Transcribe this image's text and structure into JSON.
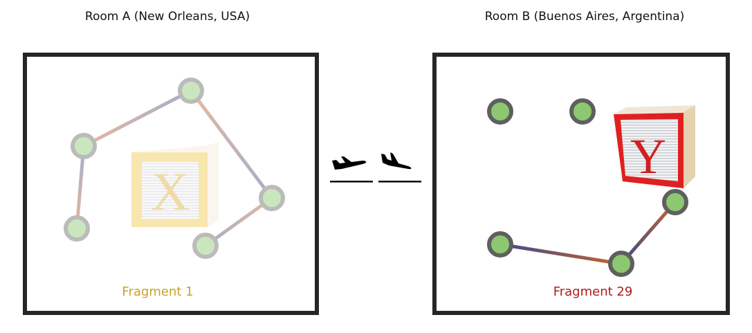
{
  "room_a": {
    "title": "Room A (New Orleans, USA)",
    "fragment_label": "Fragment 1",
    "fragment_color": "#c9a227",
    "block_letter": "X",
    "block_color": "#f0c850"
  },
  "room_b": {
    "title": "Room B (Buenos Aires, Argentina)",
    "fragment_label": "Fragment 29",
    "fragment_color": "#b01a1a",
    "block_letter": "Y",
    "block_color": "#e02020"
  },
  "transit_icons": [
    "airplane-takeoff-icon",
    "airplane-landing-icon"
  ],
  "colors": {
    "node_fill": "#8cc870",
    "edge_orange": "#c8642a",
    "edge_blue": "#3a4a90",
    "frame": "#262626"
  }
}
